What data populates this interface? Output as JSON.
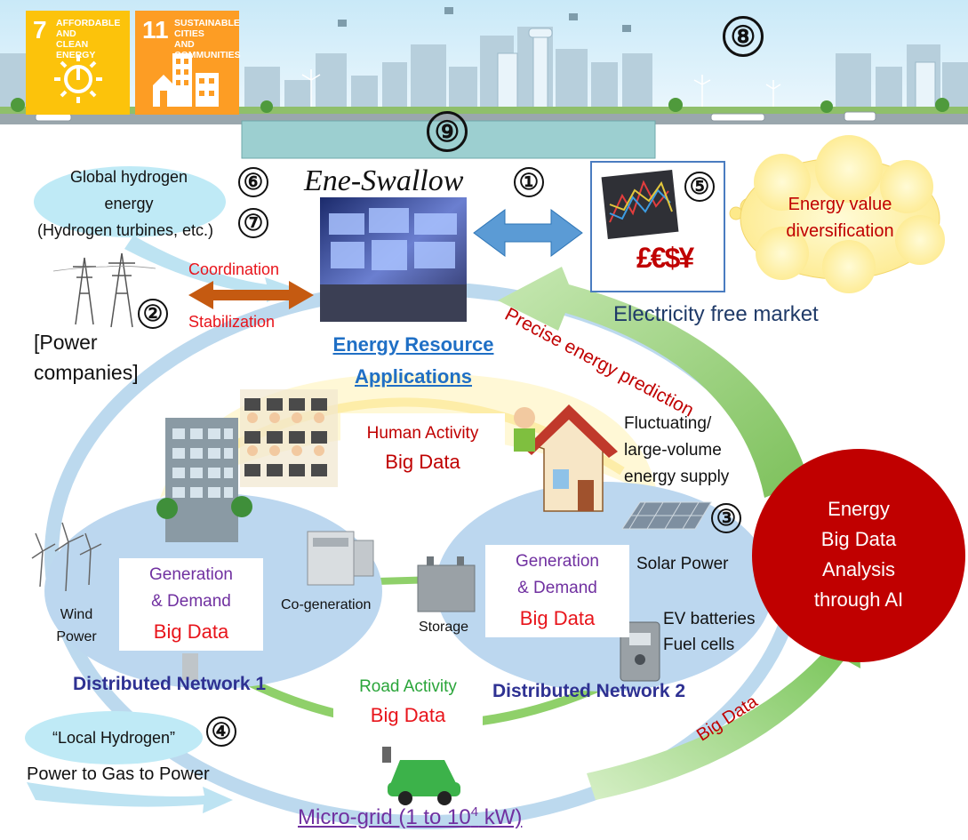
{
  "sdgs": [
    {
      "number": "7",
      "label": "AFFORDABLE AND\nCLEAN ENERGY",
      "color": "#FCC30B",
      "icon": "sun-power-icon"
    },
    {
      "number": "11",
      "label": "SUSTAINABLE CITIES\nAND COMMUNITIES",
      "color": "#FD9D24",
      "icon": "city-buildings-icon"
    }
  ],
  "markers": {
    "m1": "①",
    "m2": "②",
    "m3": "③",
    "m4": "④",
    "m5": "⑤",
    "m6": "⑥",
    "m7": "⑦",
    "m8": "⑧",
    "m9": "⑨"
  },
  "center": {
    "title": "Ene-Swallow",
    "app_line1": "Energy Resource",
    "app_line2": "Applications"
  },
  "hydrogen_global": {
    "line1": "Global hydrogen",
    "line2": "energy",
    "line3": "(Hydrogen turbines, etc.)"
  },
  "coordination": "Coordination",
  "stabilization": "Stabilization",
  "power_companies": {
    "line1": "[Power",
    "line2": "companies]"
  },
  "market": {
    "label": "Electricity free market",
    "currency": "£€$¥"
  },
  "energy_value": {
    "line1": "Energy value",
    "line2": "diversification"
  },
  "prediction_arrow": "Precise energy prediction",
  "human_activity": {
    "line1": "Human Activity",
    "line2": "Big Data"
  },
  "fluctuating": {
    "line1": "Fluctuating/",
    "line2": "large-volume",
    "line3": "energy supply"
  },
  "ai_analysis": {
    "line1": "Energy",
    "line2": "Big Data",
    "line3": "Analysis",
    "line4": "through AI"
  },
  "solar_power": "Solar Power",
  "ev": {
    "line1": "EV batteries",
    "line2": "Fuel cells"
  },
  "network1": {
    "gen_line1": "Generation",
    "gen_line2": "& Demand",
    "big_data": "Big Data",
    "name": "Distributed Network 1"
  },
  "network2": {
    "gen_line1": "Generation",
    "gen_line2": "& Demand",
    "big_data": "Big Data",
    "name": "Distributed Network 2"
  },
  "cogeneration": "Co-generation",
  "wind": {
    "line1": "Wind",
    "line2": "Power"
  },
  "storage": "Storage",
  "road_activity": {
    "line1": "Road Activity",
    "line2": "Big Data"
  },
  "big_data_arrow": "Big Data",
  "local_hydrogen": {
    "line1": "“Local Hydrogen”",
    "line2": "Power to Gas to Power"
  },
  "microgrid": {
    "prefix": "Micro-grid (1 to 10",
    "sup": "4",
    "suffix": " kW)"
  },
  "colors": {
    "big_data_red": "#e8141b",
    "purple_label": "#7030a0",
    "navy_label": "#2e3192",
    "link_blue": "#1f6fc5",
    "ai_circle": "#c00000",
    "cloud_yellow": "#fff2a8",
    "arrow_green": "#8fcf6e",
    "arrow_orange": "#c55a11",
    "sky": "#d4eefa"
  }
}
